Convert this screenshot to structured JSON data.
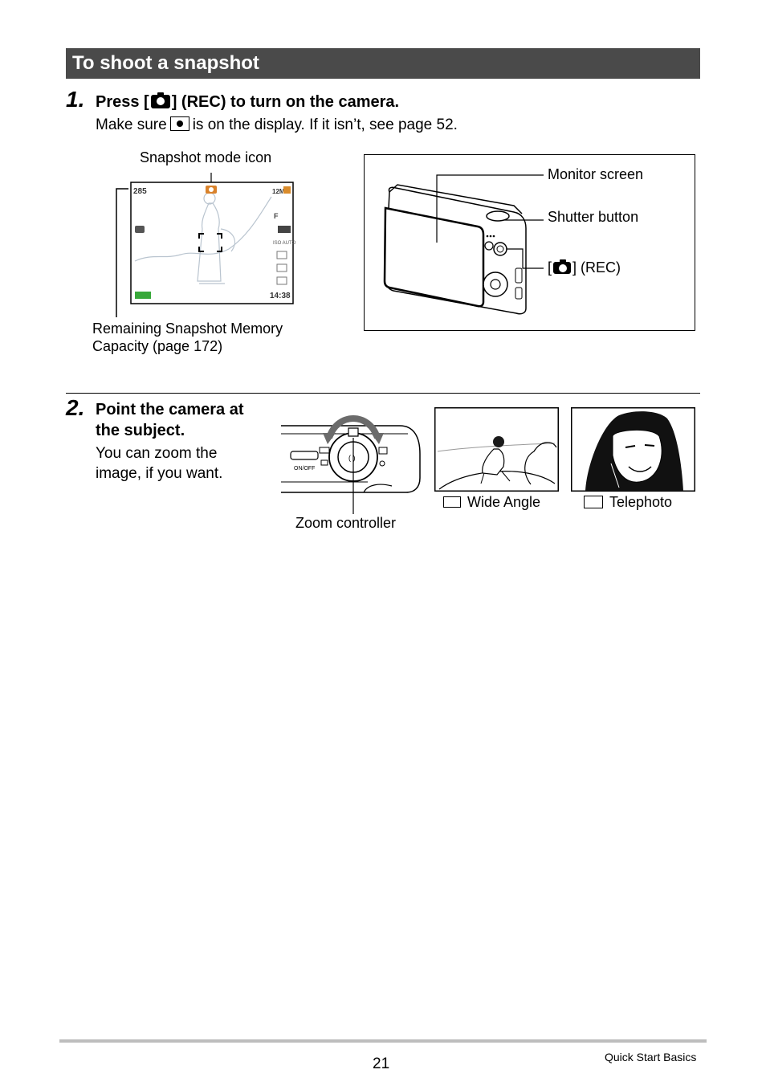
{
  "section": {
    "title": "To shoot a snapshot"
  },
  "step1": {
    "number": "1.",
    "title_prefix": "Press [",
    "title_suffix": "] (REC) to turn on the camera.",
    "body_prefix": "Make sure",
    "body_suffix": "is on the display. If it isn’t, see page 52.",
    "monitor": {
      "shot_count": "285",
      "time": "14:38",
      "image_size": "12M",
      "quality": "F",
      "iso": "ISO AUTO"
    },
    "labels": {
      "snapshot_mode_icon": "Snapshot mode icon",
      "remaining_line1": "Remaining Snapshot Memory",
      "remaining_line2": "Capacity (page 172)",
      "monitor_screen": "Monitor screen",
      "shutter_button": "Shutter button",
      "rec_prefix": "[",
      "rec_suffix": "] (REC)"
    }
  },
  "step2": {
    "number": "2.",
    "title_line1": "Point the camera at",
    "title_line2": "the subject.",
    "body_line1": "You can zoom the",
    "body_line2": "image, if you want.",
    "on_off": "ON/OFF",
    "labels": {
      "zoom_controller": "Zoom controller",
      "wide_angle": "Wide Angle",
      "telephoto": "Telephoto"
    }
  },
  "footer": {
    "page_number": "21",
    "section_name": "Quick Start Basics"
  }
}
